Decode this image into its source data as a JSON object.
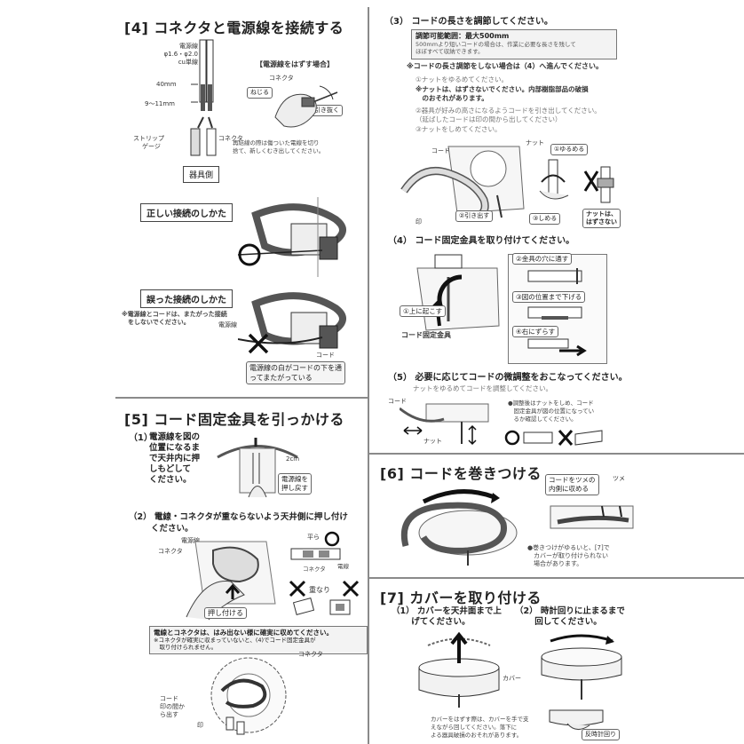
{
  "left": {
    "s4": {
      "title": "[4] コネクタと電源線を接続する",
      "wire_spec": [
        "電源線",
        "φ1.6・φ2.0",
        "cu単線"
      ],
      "len_40": "40mm",
      "len_911": "9～11mm",
      "strip_gauge": [
        "ストリップ",
        "ゲージ"
      ],
      "connector": "コネクタ",
      "fixture_side": "器具側",
      "remove_title": "【電源線をはずす場合】",
      "remove_connector": "コネクタ",
      "twist": "ねじる",
      "pull_out": "引き抜く",
      "reconnect_note": [
        "再結線の際は傷ついた電線を切り",
        "捨て、新しくむき出してください。"
      ],
      "correct_label": "正しい接続のしかた",
      "wrong_label": "誤った接続のしかた",
      "wrong_note": [
        "※電源線とコードは、またがった接続",
        "　をしないでください。"
      ],
      "power_line": "電源線",
      "cord": "コード",
      "wrong_callout": [
        "電源線の白がコードの下を通",
        "ってまたがっている"
      ]
    },
    "s5": {
      "title": "[5] コード固定金具を引っかける",
      "s1_num": "（1）",
      "s1_text": [
        "電源線を図の",
        "位置になるま",
        "で天井内に押",
        "しもどして",
        "ください。"
      ],
      "dim_2cm": "2cm",
      "push_back": [
        "電源線を",
        "押し戻す"
      ],
      "s2_text": "（2） 電線・コネクタが重ならないよう天井側に押し付け",
      "s2_text2": "ください。",
      "power_line": "電源線",
      "connector": "コネクタ",
      "flat": "平ら",
      "conn_small": "コネクタ",
      "line_small": "電線",
      "overlap": "重なり",
      "press": "押し付ける",
      "note_bold": "電線とコネクタは、はみ出ない様に確実に収めてください。",
      "note_sub": [
        "※コネクタが確実に収まっていないと、(4)でコード固定金具が",
        "　取り付けられません。"
      ],
      "conn_bottom": "コネクタ",
      "cord_bottom": [
        "コード",
        "印の間か",
        "ら出す"
      ],
      "mark": "印"
    }
  },
  "right": {
    "s3": {
      "title": "（3） コードの長さを調節してください。",
      "range": "調節可能範囲：最大500mm",
      "range_note": [
        "500mmより短いコードの場合は、作業に必要な長さを残して",
        "ほぼすべて収納できます。"
      ],
      "skip_note": "※コードの長さ調節をしない場合は（4）へ進んでください。",
      "step1": "①ナットをゆるめてください。",
      "warn": [
        "※ナットは、はずさないでください。内部樹脂部品の破損",
        "　のおそれがあります。"
      ],
      "step2": [
        "②器具が好みの高さになるようコードを引き出してください。",
        "（延ばしたコードは印の間から出してください）"
      ],
      "step3": "③ナットをしめてください。",
      "nut": "ナット",
      "cord": "コード",
      "loosen": "①ゆるめる",
      "mark": "印",
      "pull_out": "②引き出す",
      "tighten": "③しめる",
      "no_remove": [
        "ナットは、",
        "はずさない"
      ]
    },
    "s4": {
      "title": "（4） コード固定金具を取り付けてください。",
      "through_hole": "②金具の穴に通す",
      "lift_up": "①上に起こす",
      "lower": "③図の位置まで下げる",
      "fix_bracket": "コード固定金具",
      "shift_right": "④右にずらす"
    },
    "s5": {
      "title": "（5） 必要に応じてコードの微調整をおこなってください。",
      "sub": "ナットをゆるめてコードを調整してください。",
      "cord": "コード",
      "nut": "ナット",
      "note": [
        "●調整後はナットをしめ、コード",
        "　固定金具が図の位置になってい",
        "　るか確認してください。"
      ]
    },
    "s6": {
      "title": "[6] コードを巻きつける",
      "callout": [
        "コードをツメの",
        "内側に収める"
      ],
      "claw": "ツメ",
      "note": [
        "●巻きつけがゆるいと、[7]で",
        "　カバーが取り付けられない",
        "　場合があります。"
      ]
    },
    "s7": {
      "title": "[7] カバーを取り付ける",
      "s1": [
        "（1） カバーを天井面まで上",
        "　　 げてください。"
      ],
      "s2": [
        "（2） 時計回りに止まるまで",
        "　　 回してください。"
      ],
      "cover": "カバー",
      "note": [
        "カバーをはずす際は、カバーを手で支",
        "えながら回してください。落下に",
        "よる器具破損のおそれがあります。"
      ],
      "ccw": "反時計回り"
    }
  }
}
